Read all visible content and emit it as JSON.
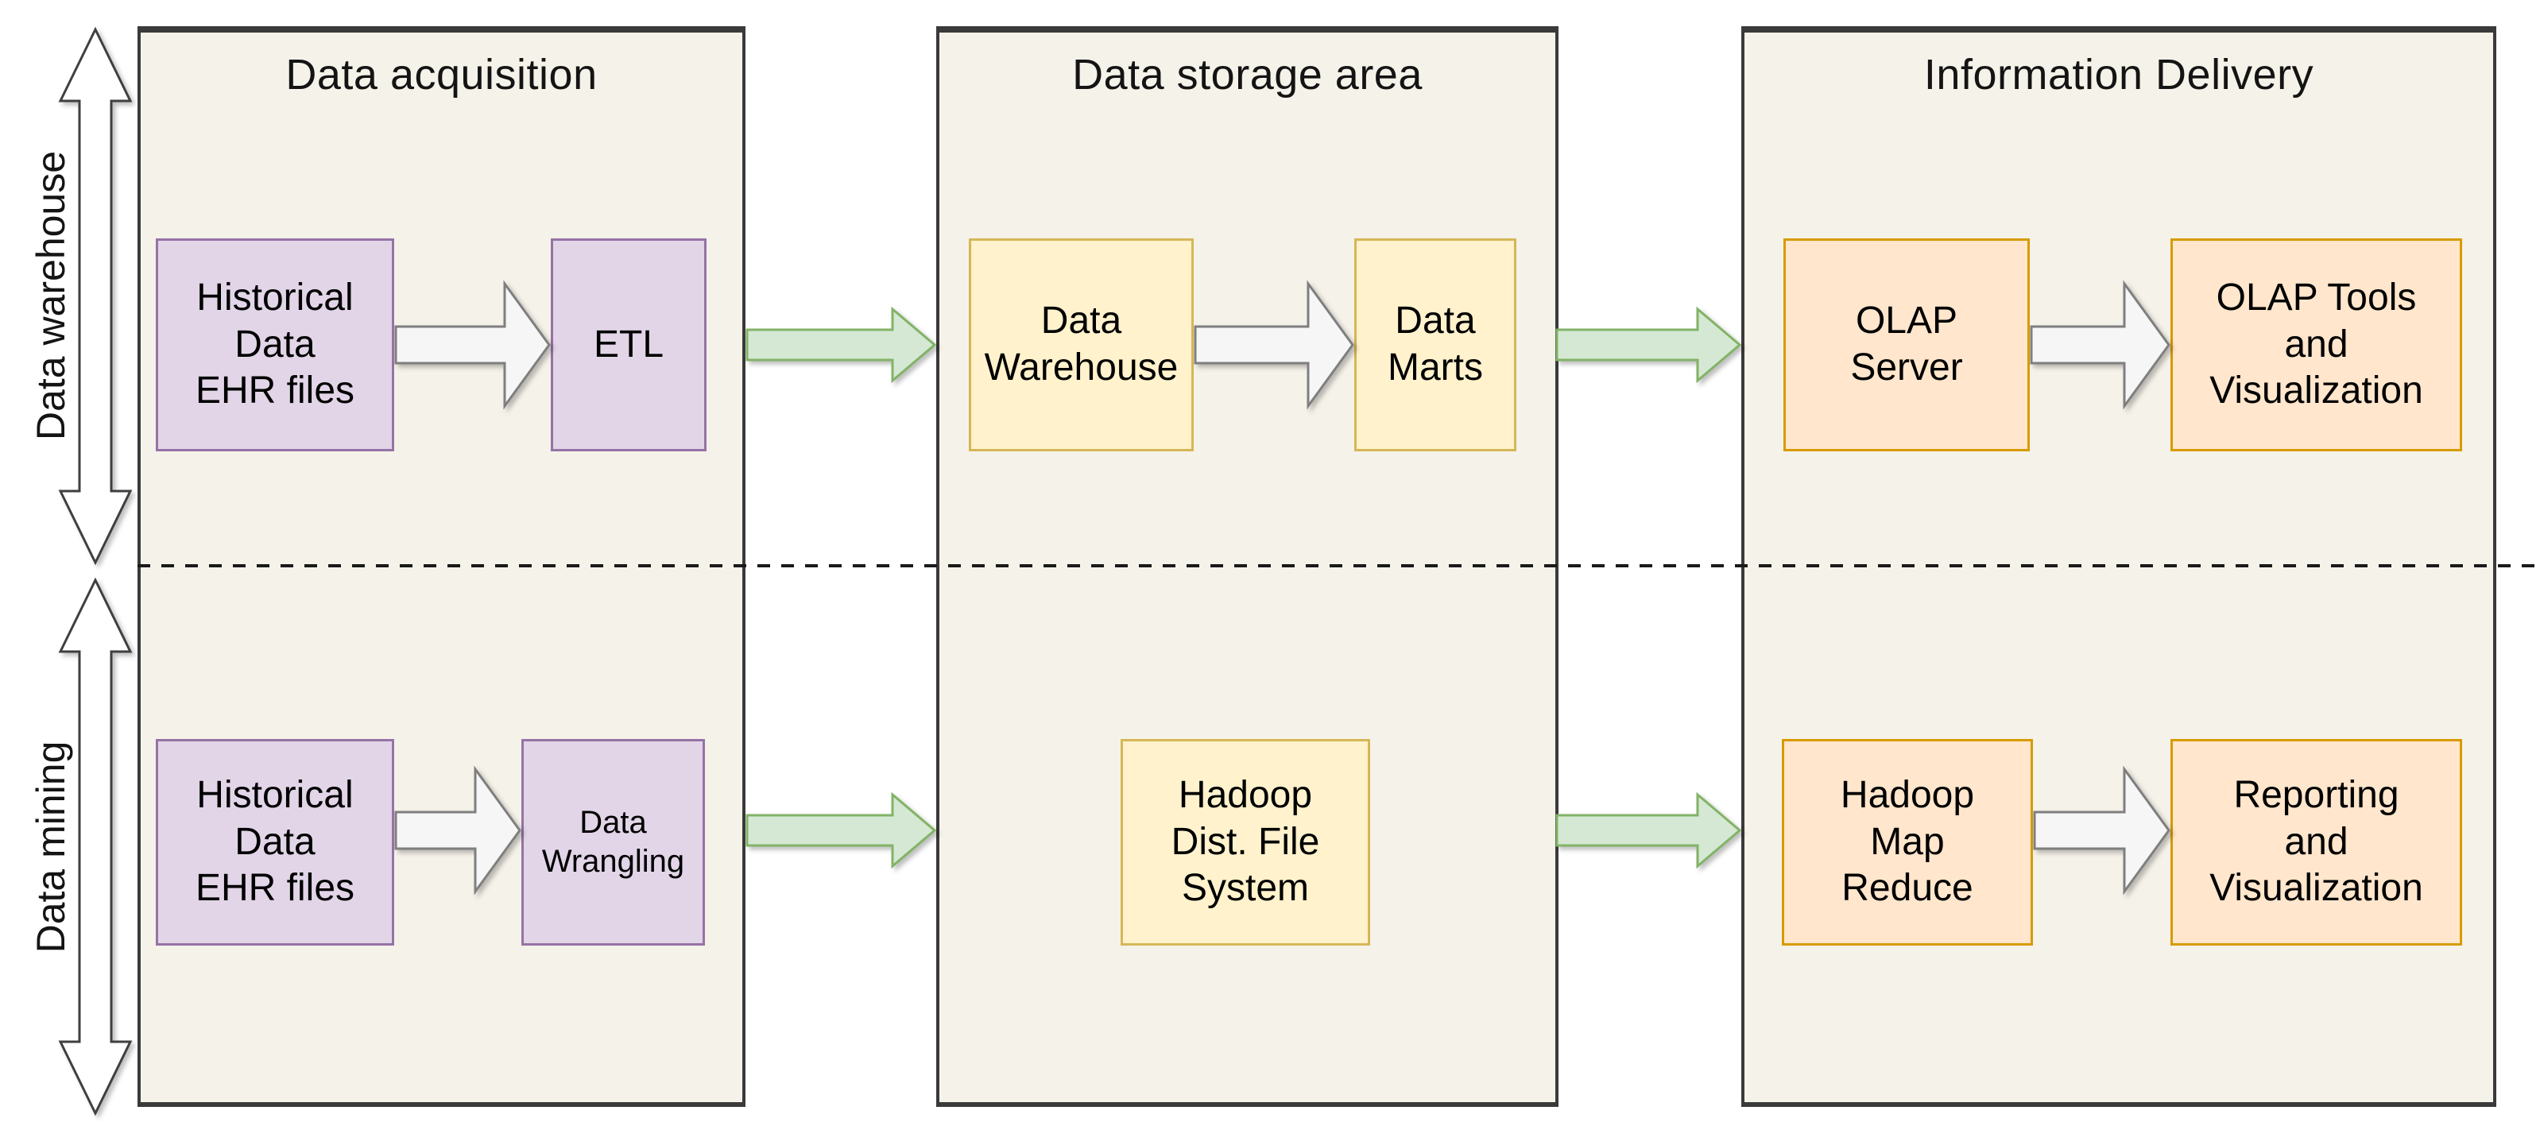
{
  "rows": {
    "warehouse": {
      "label": "Data warehouse"
    },
    "mining": {
      "label": "Data mining"
    }
  },
  "panels": {
    "acquisition": {
      "title": "Data acquisition"
    },
    "storage": {
      "title": "Data storage area"
    },
    "delivery": {
      "title": "Information Delivery"
    }
  },
  "nodes": {
    "historical_top": {
      "label": "Historical\nData\nEHR files"
    },
    "etl": {
      "label": "ETL"
    },
    "data_warehouse": {
      "label": "Data\nWarehouse"
    },
    "data_marts": {
      "label": "Data\nMarts"
    },
    "olap_server": {
      "label": "OLAP\nServer"
    },
    "olap_tools": {
      "label": "OLAP Tools\nand\nVisualization"
    },
    "historical_bottom": {
      "label": "Historical\nData\nEHR files"
    },
    "data_wrangling": {
      "label": "Data\nWrangling"
    },
    "hdfs": {
      "label": "Hadoop\nDist. File\nSystem"
    },
    "hadoop_map_reduce": {
      "label": "Hadoop\nMap\nReduce"
    },
    "reporting": {
      "label": "Reporting\nand\nVisualization"
    }
  },
  "icons": {
    "axis_arrow": "vertical-double-arrow",
    "flow_arrow": "green-right-block-arrow",
    "connector_arrow": "gray-right-outline-arrow"
  },
  "colors": {
    "panel_fill": "#F5F2E9",
    "panel_stroke": "#3A3A3A",
    "purple_fill": "#E1D5E7",
    "purple_stroke": "#9673A6",
    "yellow_fill": "#FFF2CC",
    "yellow_stroke": "#D6B656",
    "orange_fill": "#FFE6CC",
    "orange_stroke": "#D79B00",
    "green_arrow_fill": "#D5E8D4",
    "green_arrow_stroke": "#82B366",
    "connector_fill": "#F6F6F6",
    "connector_stroke": "#7F7F7F",
    "dashed_line": "#1A1A1A"
  }
}
